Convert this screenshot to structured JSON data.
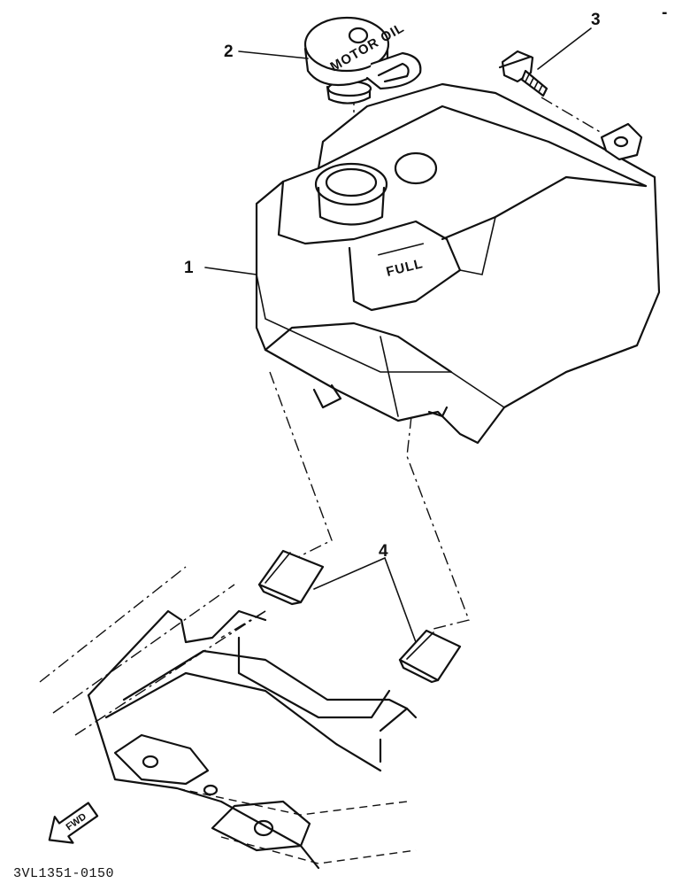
{
  "diagram": {
    "parts": [
      {
        "ref": "1"
      },
      {
        "ref": "2"
      },
      {
        "ref": "3"
      },
      {
        "ref": "4"
      }
    ],
    "tank_marking": "FULL",
    "cap_marking": "MOTOR OIL",
    "direction_arrow": "FWD",
    "drawing_code": "3VL1351-0150",
    "corner_mark": "-"
  }
}
